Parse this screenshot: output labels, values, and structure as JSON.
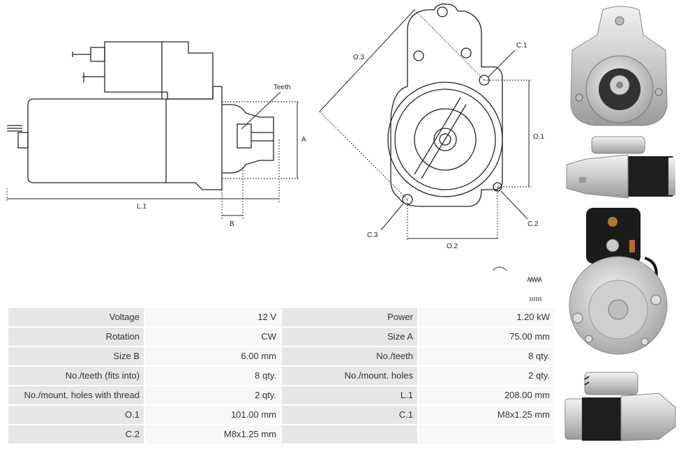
{
  "drawing": {
    "label_teeth": "Teeth",
    "label_a": "A",
    "label_b": "B",
    "label_l1": "L.1",
    "label_o1": "O.1",
    "label_o2": "O.2",
    "label_o3": "O.3",
    "label_c1": "C.1",
    "label_c2": "C.2",
    "label_c3": "C.3"
  },
  "specs": {
    "rows": [
      {
        "l1": "Voltage",
        "v1": "12 V",
        "l2": "Power",
        "v2": "1.20 kW"
      },
      {
        "l1": "Rotation",
        "v1": "CW",
        "l2": "Size A",
        "v2": "75.00 mm"
      },
      {
        "l1": "Size B",
        "v1": "6.00 mm",
        "l2": "No./teeth",
        "v2": "8 qty."
      },
      {
        "l1": "No./teeth (fits into)",
        "v1": "8 qty.",
        "l2": "No./mount. holes",
        "v2": "2 qty."
      },
      {
        "l1": "No./mount. holes with thread",
        "v1": "2 qty.",
        "l2": "L.1",
        "v2": "208.00 mm"
      },
      {
        "l1": "O.1",
        "v1": "101.00 mm",
        "l2": "C.1",
        "v2": "M8x1.25 mm"
      },
      {
        "l1": "C.2",
        "v1": "M8x1.25 mm",
        "l2": "",
        "v2": ""
      }
    ]
  }
}
